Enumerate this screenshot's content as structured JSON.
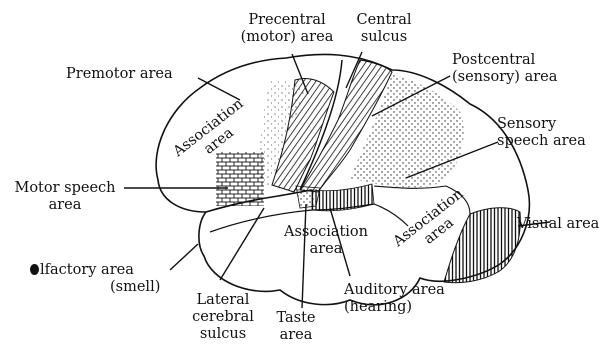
{
  "labels": {
    "precentral": [
      "Precentral",
      "(motor) area"
    ],
    "central_sulcus": [
      "Central",
      "sulcus"
    ],
    "postcentral": [
      "Postcentral",
      "(sensory) area"
    ],
    "premotor": "Premotor area",
    "sensory_speech": [
      "Sensory",
      "speech area"
    ],
    "motor_speech": [
      "Motor speech",
      "area"
    ],
    "visual": "Visual area",
    "olfactory": [
      "lfactory area",
      "(smell)"
    ],
    "lateral_sulcus": [
      "Lateral",
      "cerebral",
      "sulcus"
    ],
    "taste": [
      "Taste",
      "area"
    ],
    "auditory": [
      "Auditory area",
      "(hearing)"
    ],
    "association_frontal": [
      "Association",
      "area"
    ],
    "association_temporal": [
      "Association",
      "area"
    ],
    "association_occipital": [
      "Association",
      "area"
    ]
  },
  "colors": {
    "ink": "#111111",
    "background": "#ffffff"
  }
}
